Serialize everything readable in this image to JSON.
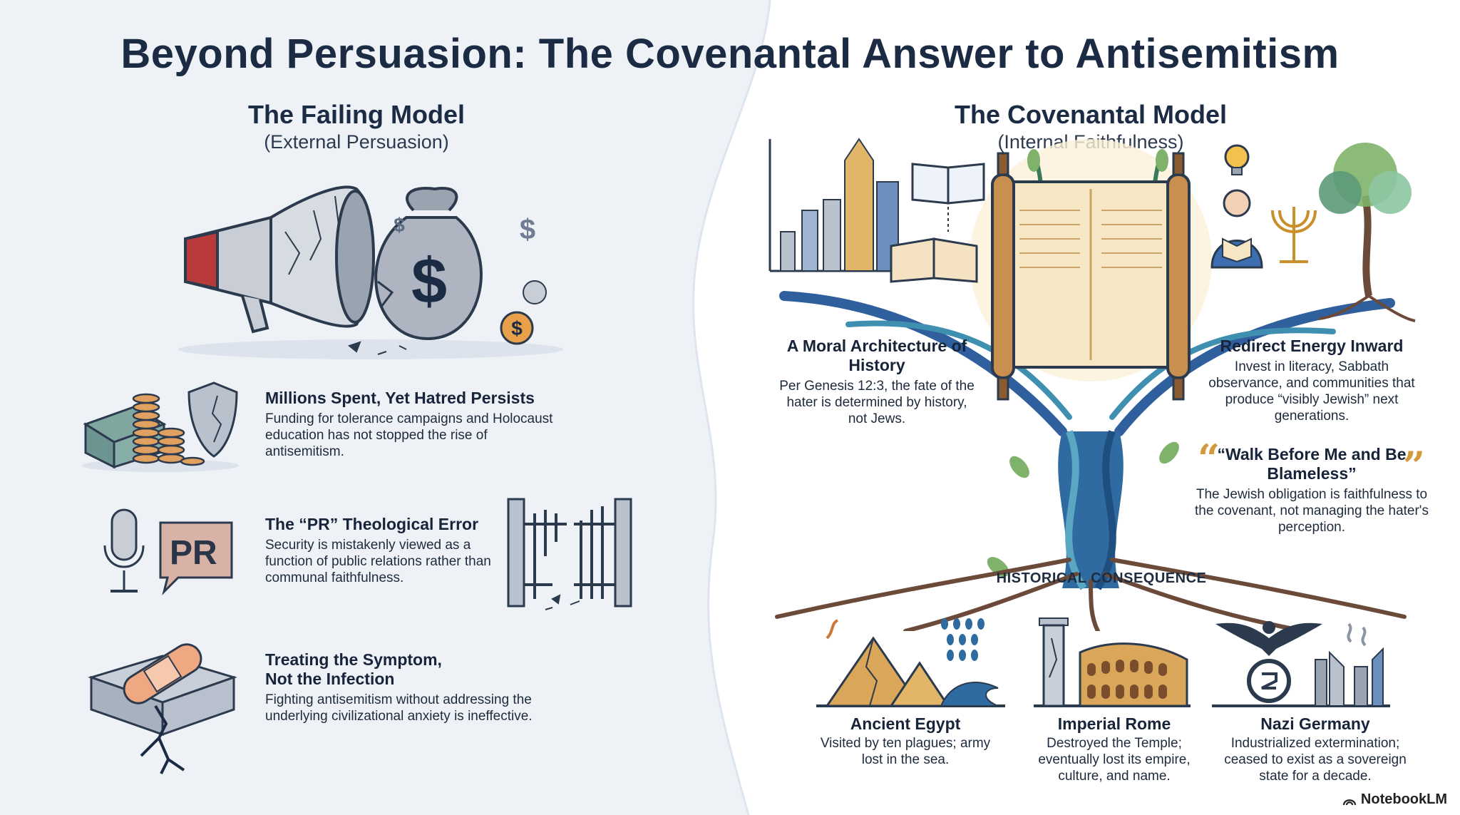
{
  "title": "Beyond Persuasion: The Covenantal Answer to Antisemitism",
  "failing": {
    "heading": "The Failing Model",
    "subheading": "(External Persuasion)",
    "items": [
      {
        "title": "Millions Spent, Yet Hatred Persists",
        "desc": "Funding for tolerance campaigns and Holocaust education has not stopped the rise of antisemitism."
      },
      {
        "title": "The “PR” Theological Error",
        "desc": "Security is mistakenly viewed as a function of public relations rather than communal faithfulness."
      },
      {
        "title": "Treating the Symptom, Not the Infection",
        "desc": "Fighting antisemitism without addressing the underlying civilizational anxiety is ineffective."
      }
    ],
    "pr_badge": "PR"
  },
  "covenantal": {
    "heading": "The Covenantal Model",
    "subheading": "(Internal Faithfulness)",
    "moral": {
      "title": "A Moral Architecture of History",
      "desc": "Per Genesis 12:3, the fate of the hater is determined by history, not Jews."
    },
    "redirect": {
      "title": "Redirect Energy Inward",
      "desc": "Invest in literacy, Sabbath observance, and communities that produce “visibly Jewish” next generations."
    },
    "walk": {
      "quote": "“Walk Before Me and Be Blameless”",
      "desc": "The Jewish obligation is faithfulness to the covenant, not managing the hater's perception."
    },
    "historical_label": "HISTORICAL CONSEQUENCE",
    "consequences": [
      {
        "title": "Ancient Egypt",
        "desc": "Visited by ten plagues; army lost in the sea."
      },
      {
        "title": "Imperial Rome",
        "desc": "Destroyed the Temple; eventually lost its empire, culture, and name."
      },
      {
        "title": "Nazi Germany",
        "desc": "Industrialized extermination; ceased to exist as a sovereign state for a decade."
      }
    ]
  },
  "brand": "NotebookLM",
  "colors": {
    "accent_gold": "#d29a3a",
    "navy": "#1c2b44",
    "megaphone_red": "#b83a3a"
  }
}
